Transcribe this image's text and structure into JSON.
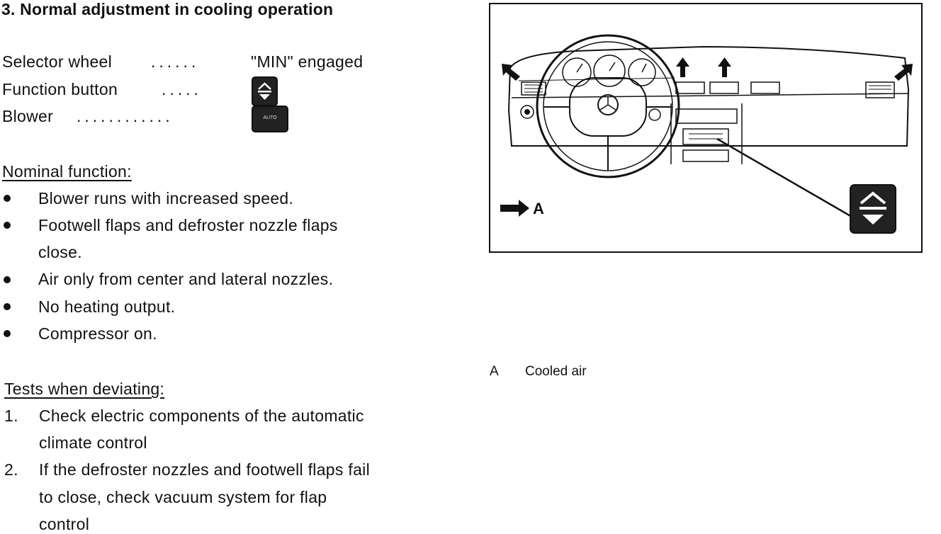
{
  "heading": "3. Normal adjustment in cooling operation",
  "settings": [
    {
      "label": "Selector wheel",
      "dots": "......",
      "value": "\"MIN\" engaged",
      "icon": ""
    },
    {
      "label": "Function button",
      "dots": ".....",
      "value": "",
      "icon": "defrost-function-button-icon"
    },
    {
      "label": "Blower",
      "dots": "............",
      "value": "",
      "icon": "auto-button-icon"
    }
  ],
  "auto_button_text": "AUTO",
  "nominal": {
    "heading": "Nominal function:",
    "items": [
      "Blower runs with increased speed.",
      "Footwell flaps and defroster nozzle flaps",
      "close.",
      "Air only from center and lateral nozzles.",
      "No heating output.",
      "Compressor on."
    ]
  },
  "tests": {
    "heading": "Tests when deviating:",
    "items": [
      {
        "num": "1.",
        "lines": [
          "Check electric components of the automatic",
          "climate control"
        ]
      },
      {
        "num": "2.",
        "lines": [
          "If the defroster nozzles and footwell flaps fail",
          "to close, check vacuum system for flap",
          "control"
        ]
      }
    ]
  },
  "figure": {
    "legend_marker": "A",
    "caption_key": "A",
    "caption_text": "Cooled air"
  }
}
